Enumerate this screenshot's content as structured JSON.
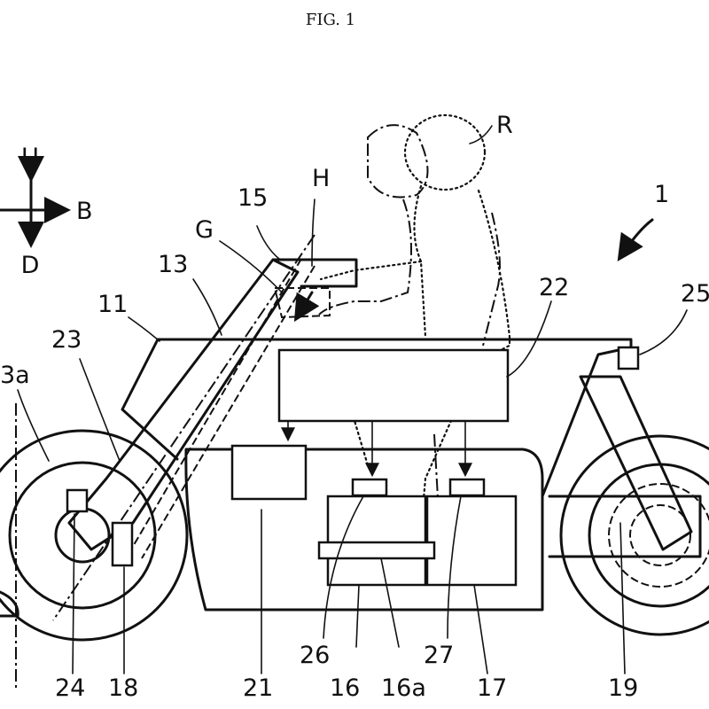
{
  "figure": {
    "title": "FIG. 1"
  },
  "directions": {
    "up": "U",
    "down": "D",
    "back": "B"
  },
  "labels": {
    "vehicle": "1",
    "rider": "R",
    "head": "H",
    "gaze": "G",
    "frame_11": "11",
    "fork_13": "13",
    "handlebar_15": "15",
    "battery_16": "16",
    "battery_16a": "16a",
    "battery_17": "17",
    "sensor_18": "18",
    "motor_19": "19",
    "controller_21": "21",
    "unit_22": "22",
    "sensor_23": "23",
    "sensor_24": "24",
    "sensor_25": "25",
    "connector_26": "26",
    "connector_27": "27",
    "partial_3a": "3a"
  }
}
